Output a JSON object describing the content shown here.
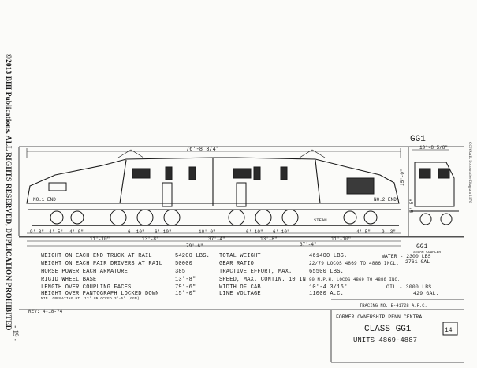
{
  "copyright": "©2013 BHI Publications, ALL RIGHTS RESERVED, DUPLICATION PROHIBITED",
  "page_number": "- 19 -",
  "side_caption": "CONRAIL  Locomotive Diagram  1976",
  "drawing": {
    "class_tag": "GG1",
    "end1_label": "NO.1 END",
    "end2_label": "NO.2 END",
    "steam_label": "STEAM",
    "dims_upper": {
      "cab_length": "76'-8 3/4\"",
      "right_top": "10'-8 5/8\"",
      "height_side": "15'-0\"",
      "height_mid": "5'-5\""
    },
    "dims_lower": [
      "9'-3\"",
      "4'-5\"",
      "4'-0\"",
      "11'-10\"",
      "6'-10\"",
      "6'-10\"",
      "10'-0\"",
      "6'-10\"",
      "6'-10\"",
      "11'-10\"",
      "4'-5\"",
      "9'-3\""
    ],
    "dims_groups": [
      "13'-8\"",
      "13'-8\""
    ],
    "dims_half": [
      "37'-4\"",
      "37'-4\""
    ],
    "overall_length": "79'-6\"",
    "steam_box": [
      "GG1",
      "STEAM COUPLER",
      "WATER - 2300 LBS",
      "2761 GAL"
    ]
  },
  "specs_left": [
    {
      "label": "WEIGHT ON EACH END TRUCK AT RAIL",
      "value": "54200 LBS."
    },
    {
      "label": "WEIGHT ON EACH PAIR DRIVERS AT RAIL",
      "value": "50000"
    },
    {
      "label": "HORSE POWER EACH ARMATURE",
      "value": "385"
    },
    {
      "label": "RIGID WHEEL BASE",
      "value": "13'-8\""
    },
    {
      "label": "LENGTH OVER COUPLING FACES",
      "value": "79'-6\""
    },
    {
      "label": "HEIGHT OVER PANTOGRAPH LOCKED DOWN",
      "value": "15'-0\""
    }
  ],
  "specs_left_note": "MIN. OPERATING HT. 12' UNLOCKED 3'-5\" (GGM)",
  "specs_right": [
    {
      "label": "TOTAL WEIGHT",
      "value": "461400 LBS."
    },
    {
      "label": "GEAR RATIO",
      "value": "22/79  LOCOS 4869 TO 4886 INCL."
    },
    {
      "label": "TRACTIVE EFFORT, MAX.",
      "value": "65500 LBS."
    },
    {
      "label": "SPEED, MAX. CONTIN. 10 IN",
      "value": "90 M.P.H. LOCOS 4869 TO 4886 INC."
    },
    {
      "label": "WIDTH OF CAB",
      "value": "10'-4 3/16\""
    },
    {
      "label": "LINE VOLTAGE",
      "value": "11000 A.C."
    }
  ],
  "specs_right_extra": [
    "OIL - 3000 LBS.",
    "429 GAL."
  ],
  "tracing_no": "TRACING NO. E-41728 A.F.C.",
  "revision": "REV: 4-18-74",
  "ownership": "FORMER OWNERSHIP PENN CENTRAL",
  "class_title": "CLASS GG1",
  "units": "UNITS 4869-4887",
  "sheet_no": "14"
}
